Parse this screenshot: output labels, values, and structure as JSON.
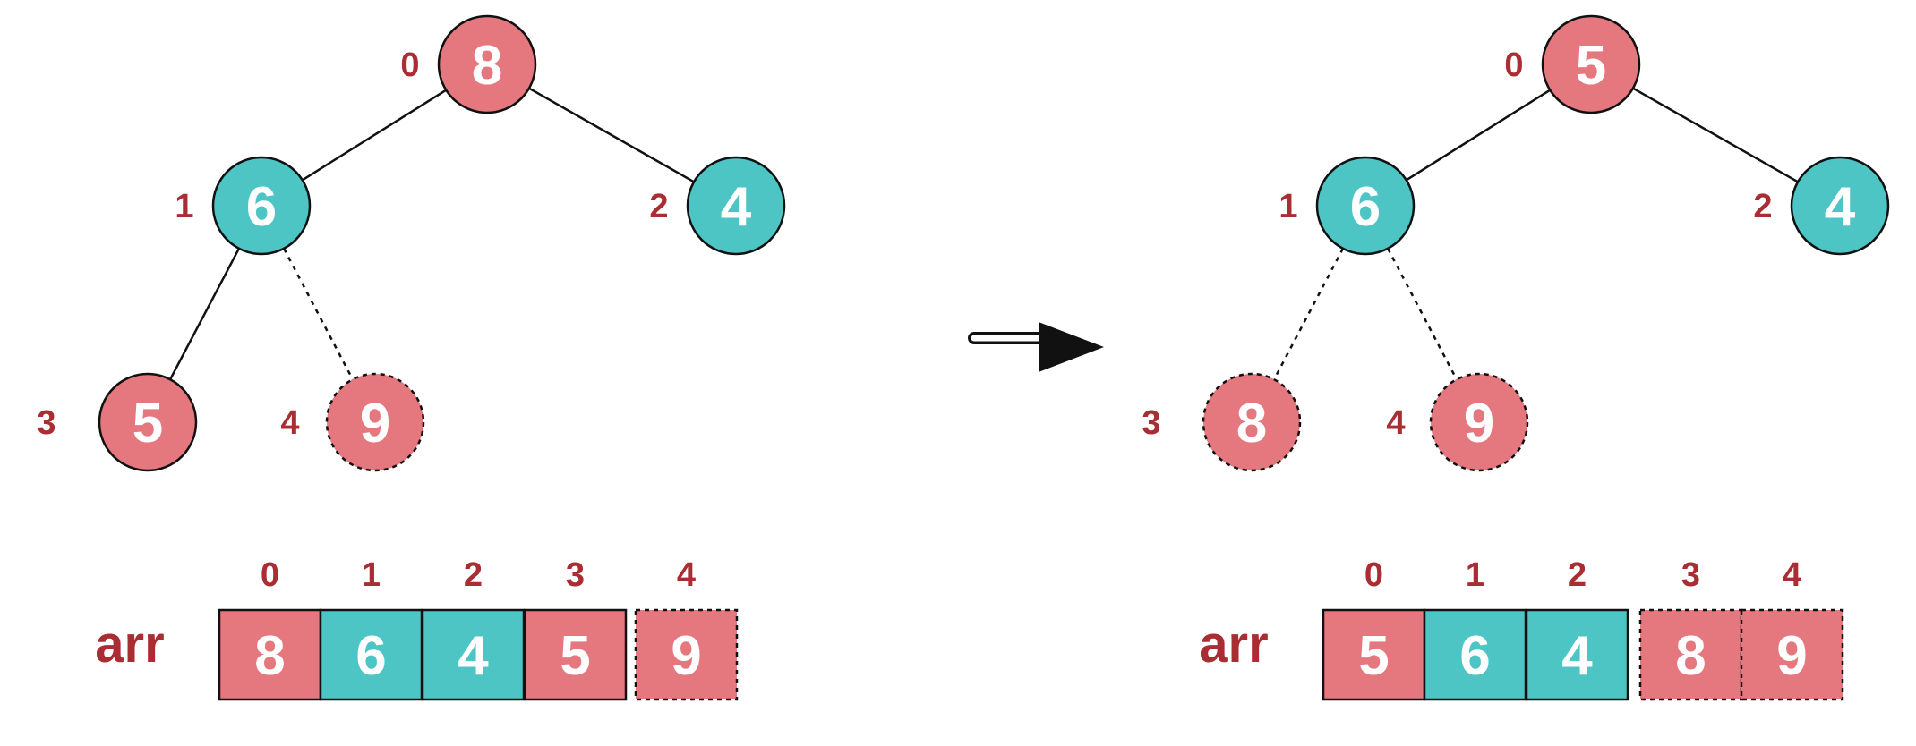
{
  "colors": {
    "pink": "#e5787f",
    "teal": "#4dc5c4",
    "index": "#a92d33",
    "outline": "#111111"
  },
  "panels": [
    {
      "array_label": "arr",
      "nodes": [
        {
          "index": "0",
          "value": "8",
          "color": "pink",
          "dashed": false
        },
        {
          "index": "1",
          "value": "6",
          "color": "teal",
          "dashed": false
        },
        {
          "index": "2",
          "value": "4",
          "color": "teal",
          "dashed": false
        },
        {
          "index": "3",
          "value": "5",
          "color": "pink",
          "dashed": false
        },
        {
          "index": "4",
          "value": "9",
          "color": "pink",
          "dashed": true
        }
      ],
      "edges": [
        {
          "from": 0,
          "to": 1,
          "dashed": false
        },
        {
          "from": 0,
          "to": 2,
          "dashed": false
        },
        {
          "from": 1,
          "to": 3,
          "dashed": false
        },
        {
          "from": 1,
          "to": 4,
          "dashed": true
        }
      ]
    },
    {
      "array_label": "arr",
      "nodes": [
        {
          "index": "0",
          "value": "5",
          "color": "pink",
          "dashed": false
        },
        {
          "index": "1",
          "value": "6",
          "color": "teal",
          "dashed": false
        },
        {
          "index": "2",
          "value": "4",
          "color": "teal",
          "dashed": false
        },
        {
          "index": "3",
          "value": "8",
          "color": "pink",
          "dashed": true
        },
        {
          "index": "4",
          "value": "9",
          "color": "pink",
          "dashed": true
        }
      ],
      "edges": [
        {
          "from": 0,
          "to": 1,
          "dashed": false
        },
        {
          "from": 0,
          "to": 2,
          "dashed": false
        },
        {
          "from": 1,
          "to": 3,
          "dashed": true
        },
        {
          "from": 1,
          "to": 4,
          "dashed": true
        }
      ]
    }
  ],
  "transition_icon": "double-arrow-right-icon"
}
